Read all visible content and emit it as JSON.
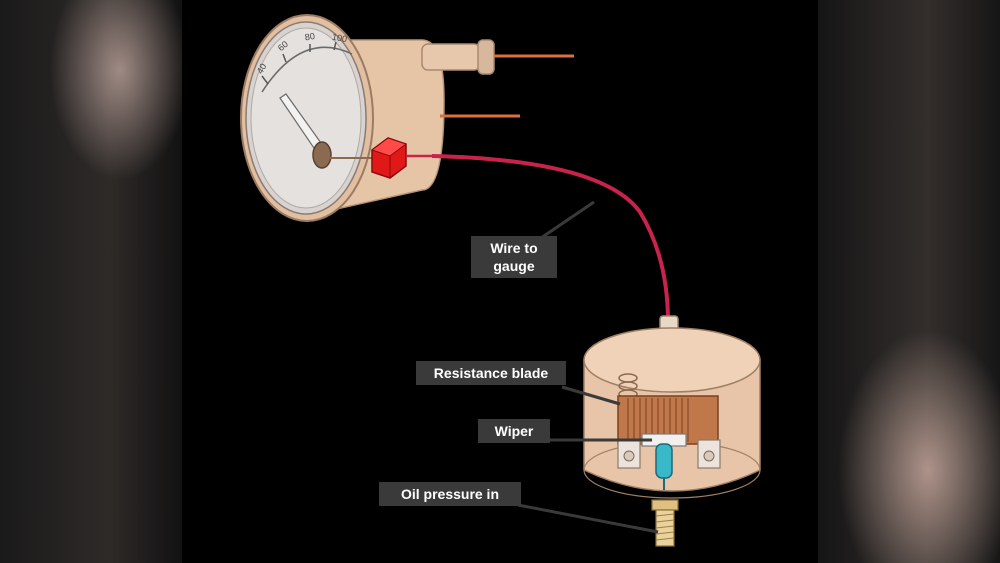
{
  "callouts": {
    "wire_to_gauge": "Wire to\ngauge",
    "resistance_blade": "Resistance blade",
    "wiper": "Wiper",
    "oil_pressure_in": "Oil pressure in"
  },
  "gauge": {
    "scale_marks": [
      "40",
      "60",
      "80",
      "100"
    ]
  },
  "colors": {
    "background": "#000000",
    "callout_box": "#3a3a3a",
    "callout_text": "#ffffff",
    "sender_body": "#e8c4a8",
    "wire": "#c8234a",
    "resistance_blade": "#c0784a",
    "wiper": "#38b8c8"
  }
}
